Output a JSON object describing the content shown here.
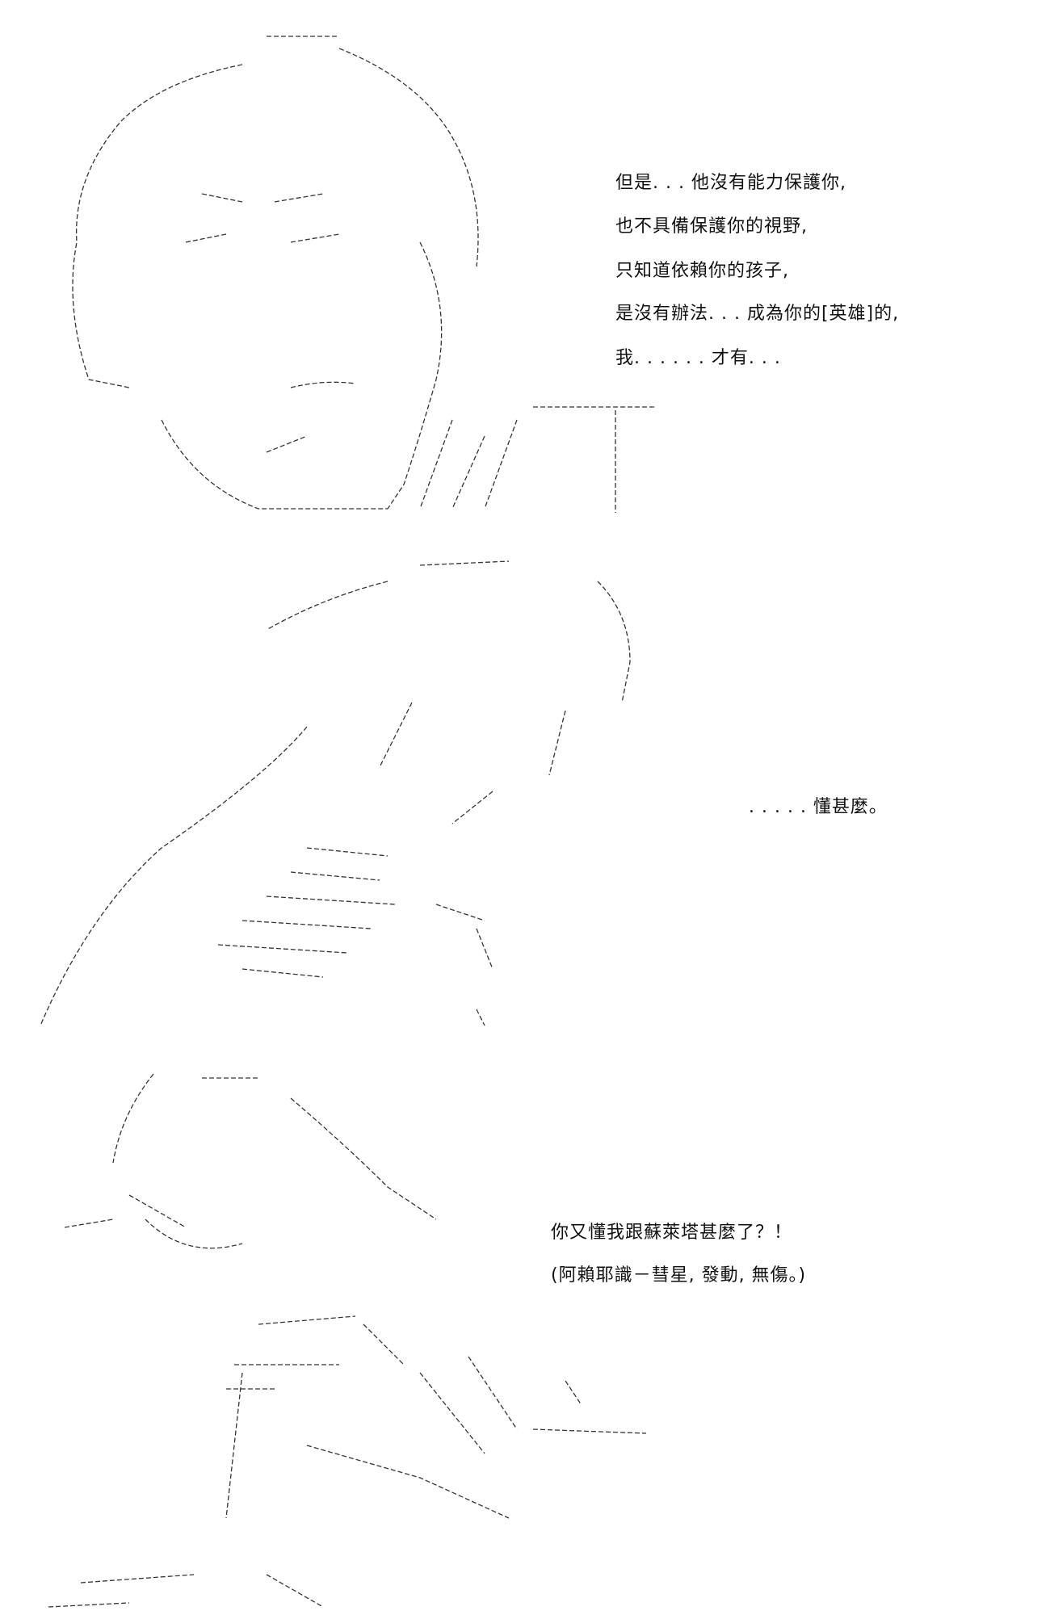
{
  "panel1": {
    "lines": [
      "但是. . . 他沒有能力保護你,",
      "也不具備保護你的視野,",
      "只知道依賴你的孩子,",
      "是沒有辦法. . . 成為你的[英雄]的,",
      "我. . . . . . 才有. . ."
    ]
  },
  "panel2": {
    "line": ". . . . . 懂甚麼。"
  },
  "panel3": {
    "lines": [
      "你又懂我跟蘇萊塔甚麼了？！",
      "(阿賴耶識－彗星, 發動, 無傷。)"
    ]
  }
}
